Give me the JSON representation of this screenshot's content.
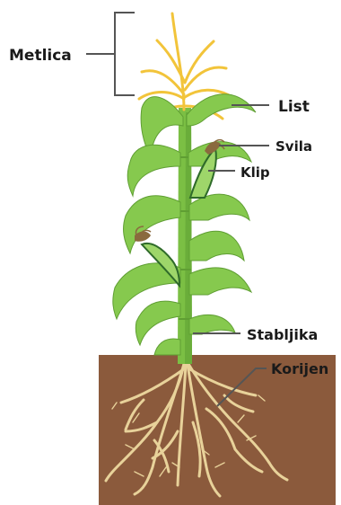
{
  "labels": {
    "tassel": "Metlica",
    "leaf": "List",
    "silk": "Svila",
    "ear": "Klip",
    "stalk": "Stabljika",
    "roots": "Korijen"
  },
  "colors": {
    "soil": "#8b5a3c",
    "stalk": "#7bbf44",
    "leaf": "#86c94e",
    "leaf_dark": "#5f9e33",
    "tassel": "#f2c43a",
    "roots": "#e8d29a",
    "silk": "#8a6a3e",
    "ear_outline": "#2f6b2a",
    "leader_line": "#555555"
  }
}
